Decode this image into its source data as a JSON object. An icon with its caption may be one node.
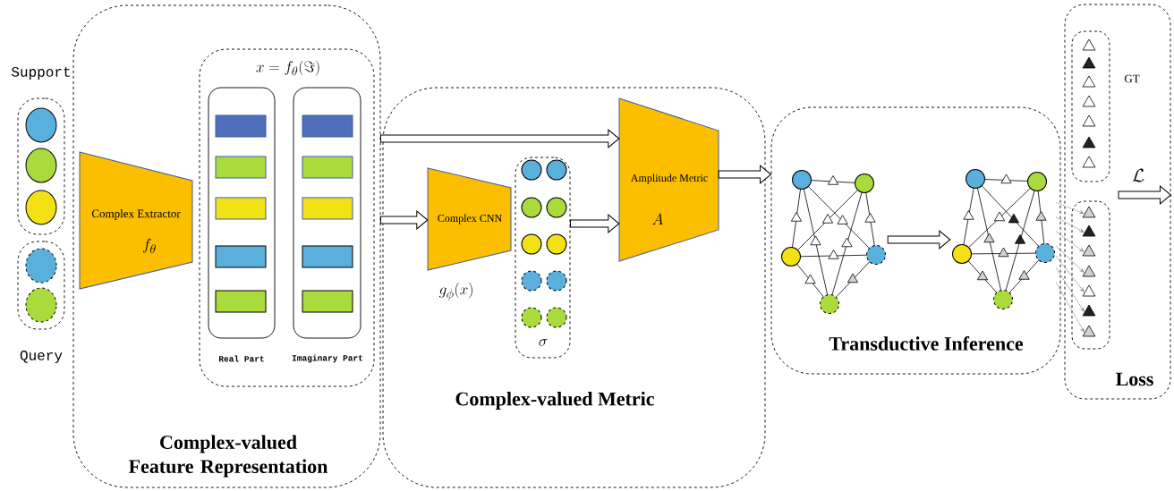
{
  "diagram": {
    "nodes": [
      {
        "text": [
          "Support"
        ]
      },
      {
        "text": [],
        "shape": "circle",
        "in": 0
      },
      {
        "text": [],
        "shape": "circle",
        "in": 0
      },
      {
        "text": [],
        "shape": "circle",
        "in": 0
      },
      {
        "text": [
          "Query"
        ]
      },
      {
        "text": [],
        "shape": "circle",
        "in": 4
      },
      {
        "text": [],
        "shape": "circle",
        "in": 4
      },
      {
        "text": [
          "Complex-valued Feature Representation"
        ]
      },
      {
        "text": [
          "Complex Extractor",
          "f_{\\theta}"
        ],
        "in": 7
      },
      {
        "text": [
          "x = f_{\\theta}(\\Im)"
        ],
        "in": 7
      },
      {
        "text": [
          "Real Part"
        ],
        "in": 9
      },
      {
        "text": [],
        "shape": "bar",
        "in": 10
      },
      {
        "text": [],
        "shape": "bar",
        "in": 10
      },
      {
        "text": [],
        "shape": "bar",
        "in": 10
      },
      {
        "text": [],
        "shape": "bar",
        "in": 10
      },
      {
        "text": [],
        "shape": "bar",
        "in": 10
      },
      {
        "text": [
          "Imaginary Part"
        ],
        "in": 9
      },
      {
        "text": [],
        "shape": "bar",
        "in": 16
      },
      {
        "text": [],
        "shape": "bar",
        "in": 16
      },
      {
        "text": [],
        "shape": "bar",
        "in": 16
      },
      {
        "text": [],
        "shape": "bar",
        "in": 16
      },
      {
        "text": [],
        "shape": "bar",
        "in": 16
      },
      {
        "text": [
          "Complex-valued Metric"
        ]
      },
      {
        "text": [
          "Complex CNN"
        ],
        "beside": [
          "g_{\\phi}(x)"
        ],
        "in": 22
      },
      {
        "text": [
          "\\sigma"
        ],
        "in": 22
      },
      {
        "text": [],
        "shape": "circle",
        "in": 24
      },
      {
        "text": [],
        "shape": "circle",
        "in": 24
      },
      {
        "text": [],
        "shape": "circle",
        "in": 24
      },
      {
        "text": [],
        "shape": "circle",
        "in": 24
      },
      {
        "text": [],
        "shape": "circle",
        "in": 24
      },
      {
        "text": [],
        "shape": "circle",
        "in": 24
      },
      {
        "text": [],
        "shape": "circle",
        "in": 24
      },
      {
        "text": [],
        "shape": "circle",
        "in": 24
      },
      {
        "text": [],
        "shape": "circle",
        "in": 24
      },
      {
        "text": [],
        "shape": "circle",
        "in": 24
      },
      {
        "text": [
          "Amplitude Metric",
          "A"
        ],
        "in": 22
      },
      {
        "text": [
          "Transductive Inference"
        ]
      },
      {
        "text": [],
        "shape": "graph",
        "in": 36
      },
      {
        "text": [],
        "shape": "graph",
        "in": 36
      },
      {
        "text": [
          "Loss"
        ]
      },
      {
        "text": [
          "GT"
        ],
        "in": 39
      },
      {
        "text": [],
        "shape": "triangle",
        "in": 40
      },
      {
        "text": [],
        "shape": "triangle",
        "in": 40
      },
      {
        "text": [],
        "shape": "triangle",
        "in": 40
      },
      {
        "text": [],
        "shape": "triangle",
        "in": 40
      },
      {
        "text": [],
        "shape": "triangle",
        "in": 40
      },
      {
        "text": [],
        "shape": "triangle",
        "in": 40
      },
      {
        "text": [],
        "shape": "triangle",
        "in": 40
      },
      {
        "text": [],
        "shape": "box",
        "in": 39
      },
      {
        "text": [],
        "shape": "triangle",
        "in": 48
      },
      {
        "text": [],
        "shape": "triangle",
        "in": 48
      },
      {
        "text": [],
        "shape": "triangle",
        "in": 48
      },
      {
        "text": [],
        "shape": "triangle",
        "in": 48
      },
      {
        "text": [],
        "shape": "triangle",
        "in": 48
      },
      {
        "text": [],
        "shape": "triangle",
        "in": 48
      },
      {
        "text": [],
        "shape": "triangle",
        "in": 48
      }
    ],
    "edges": [
      {
        "from": 7,
        "to": 23,
        "arrow": "to"
      },
      {
        "from": 7,
        "to": 35,
        "arrow": "to"
      },
      {
        "from": 24,
        "to": 35,
        "arrow": "to"
      },
      {
        "from": 35,
        "to": 36,
        "arrow": "to"
      },
      {
        "from": 37,
        "to": 38,
        "arrow": "to"
      },
      {
        "from": null,
        "to": 39,
        "arrow": "to",
        "label": "\\mathcal{L}"
      },
      {
        "from": 38,
        "to": 49,
        "arrow": "to",
        "style": "dashed",
        "color": "#999999"
      },
      {
        "from": 38,
        "to": 50,
        "arrow": "to",
        "style": "dashed",
        "color": "#999999"
      },
      {
        "from": 38,
        "to": 51,
        "arrow": "to",
        "style": "dashed",
        "color": "#999999"
      },
      {
        "from": 38,
        "to": 52,
        "arrow": "to",
        "style": "dashed",
        "color": "#999999"
      },
      {
        "from": 38,
        "to": 53,
        "arrow": "to",
        "style": "dashed",
        "color": "#999999"
      },
      {
        "from": 38,
        "to": 54,
        "arrow": "to",
        "style": "dashed",
        "color": "#999999"
      },
      {
        "from": 38,
        "to": 55,
        "arrow": "to",
        "style": "dashed",
        "color": "#999999"
      }
    ]
  }
}
